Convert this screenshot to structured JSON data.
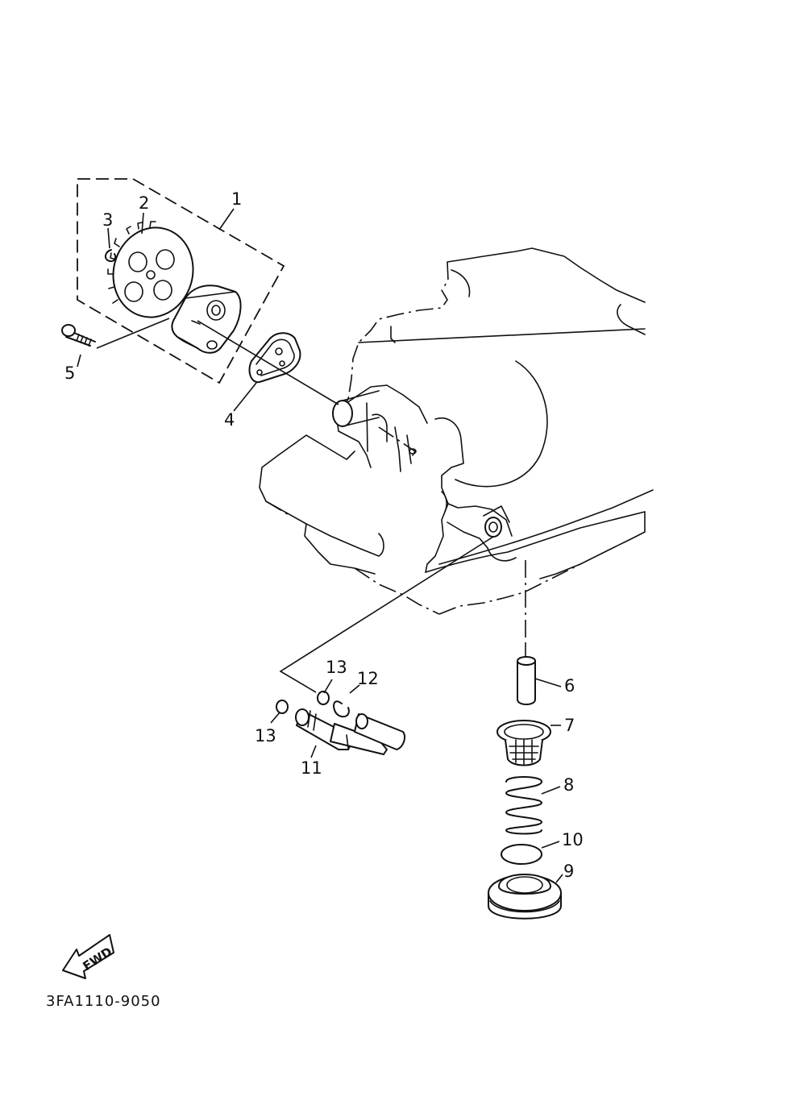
{
  "diagram": {
    "callouts": [
      {
        "id": "1",
        "text": "1"
      },
      {
        "id": "2",
        "text": "2"
      },
      {
        "id": "3",
        "text": "3"
      },
      {
        "id": "4",
        "text": "4"
      },
      {
        "id": "5",
        "text": "5"
      },
      {
        "id": "6",
        "text": "6"
      },
      {
        "id": "7",
        "text": "7"
      },
      {
        "id": "8",
        "text": "8"
      },
      {
        "id": "9",
        "text": "9"
      },
      {
        "id": "10",
        "text": "10"
      },
      {
        "id": "11",
        "text": "11"
      },
      {
        "id": "12",
        "text": "12"
      },
      {
        "id": "13a",
        "text": "13"
      },
      {
        "id": "13b",
        "text": "13"
      }
    ],
    "fwd_label": "FWD",
    "drawing_code": "3FA1110-9050"
  }
}
